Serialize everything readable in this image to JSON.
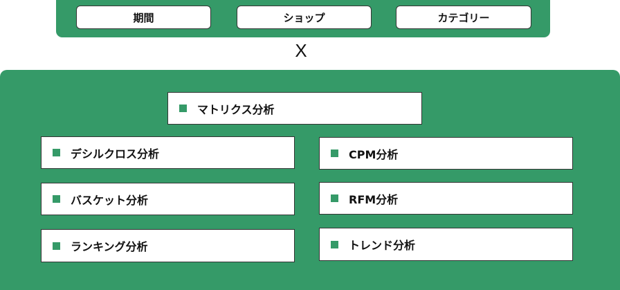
{
  "filters": [
    "期間",
    "ショップ",
    "カテゴリー"
  ],
  "operator": "X",
  "analyses": {
    "top": "マトリクス分析",
    "left": [
      "デシルクロス分析",
      "バスケット分析",
      "ランキング分析"
    ],
    "right": [
      "CPM分析",
      "RFM分析",
      "トレンド分析"
    ]
  },
  "colors": {
    "accent": "#359a68",
    "card": "#ffffff",
    "border": "#333333"
  }
}
